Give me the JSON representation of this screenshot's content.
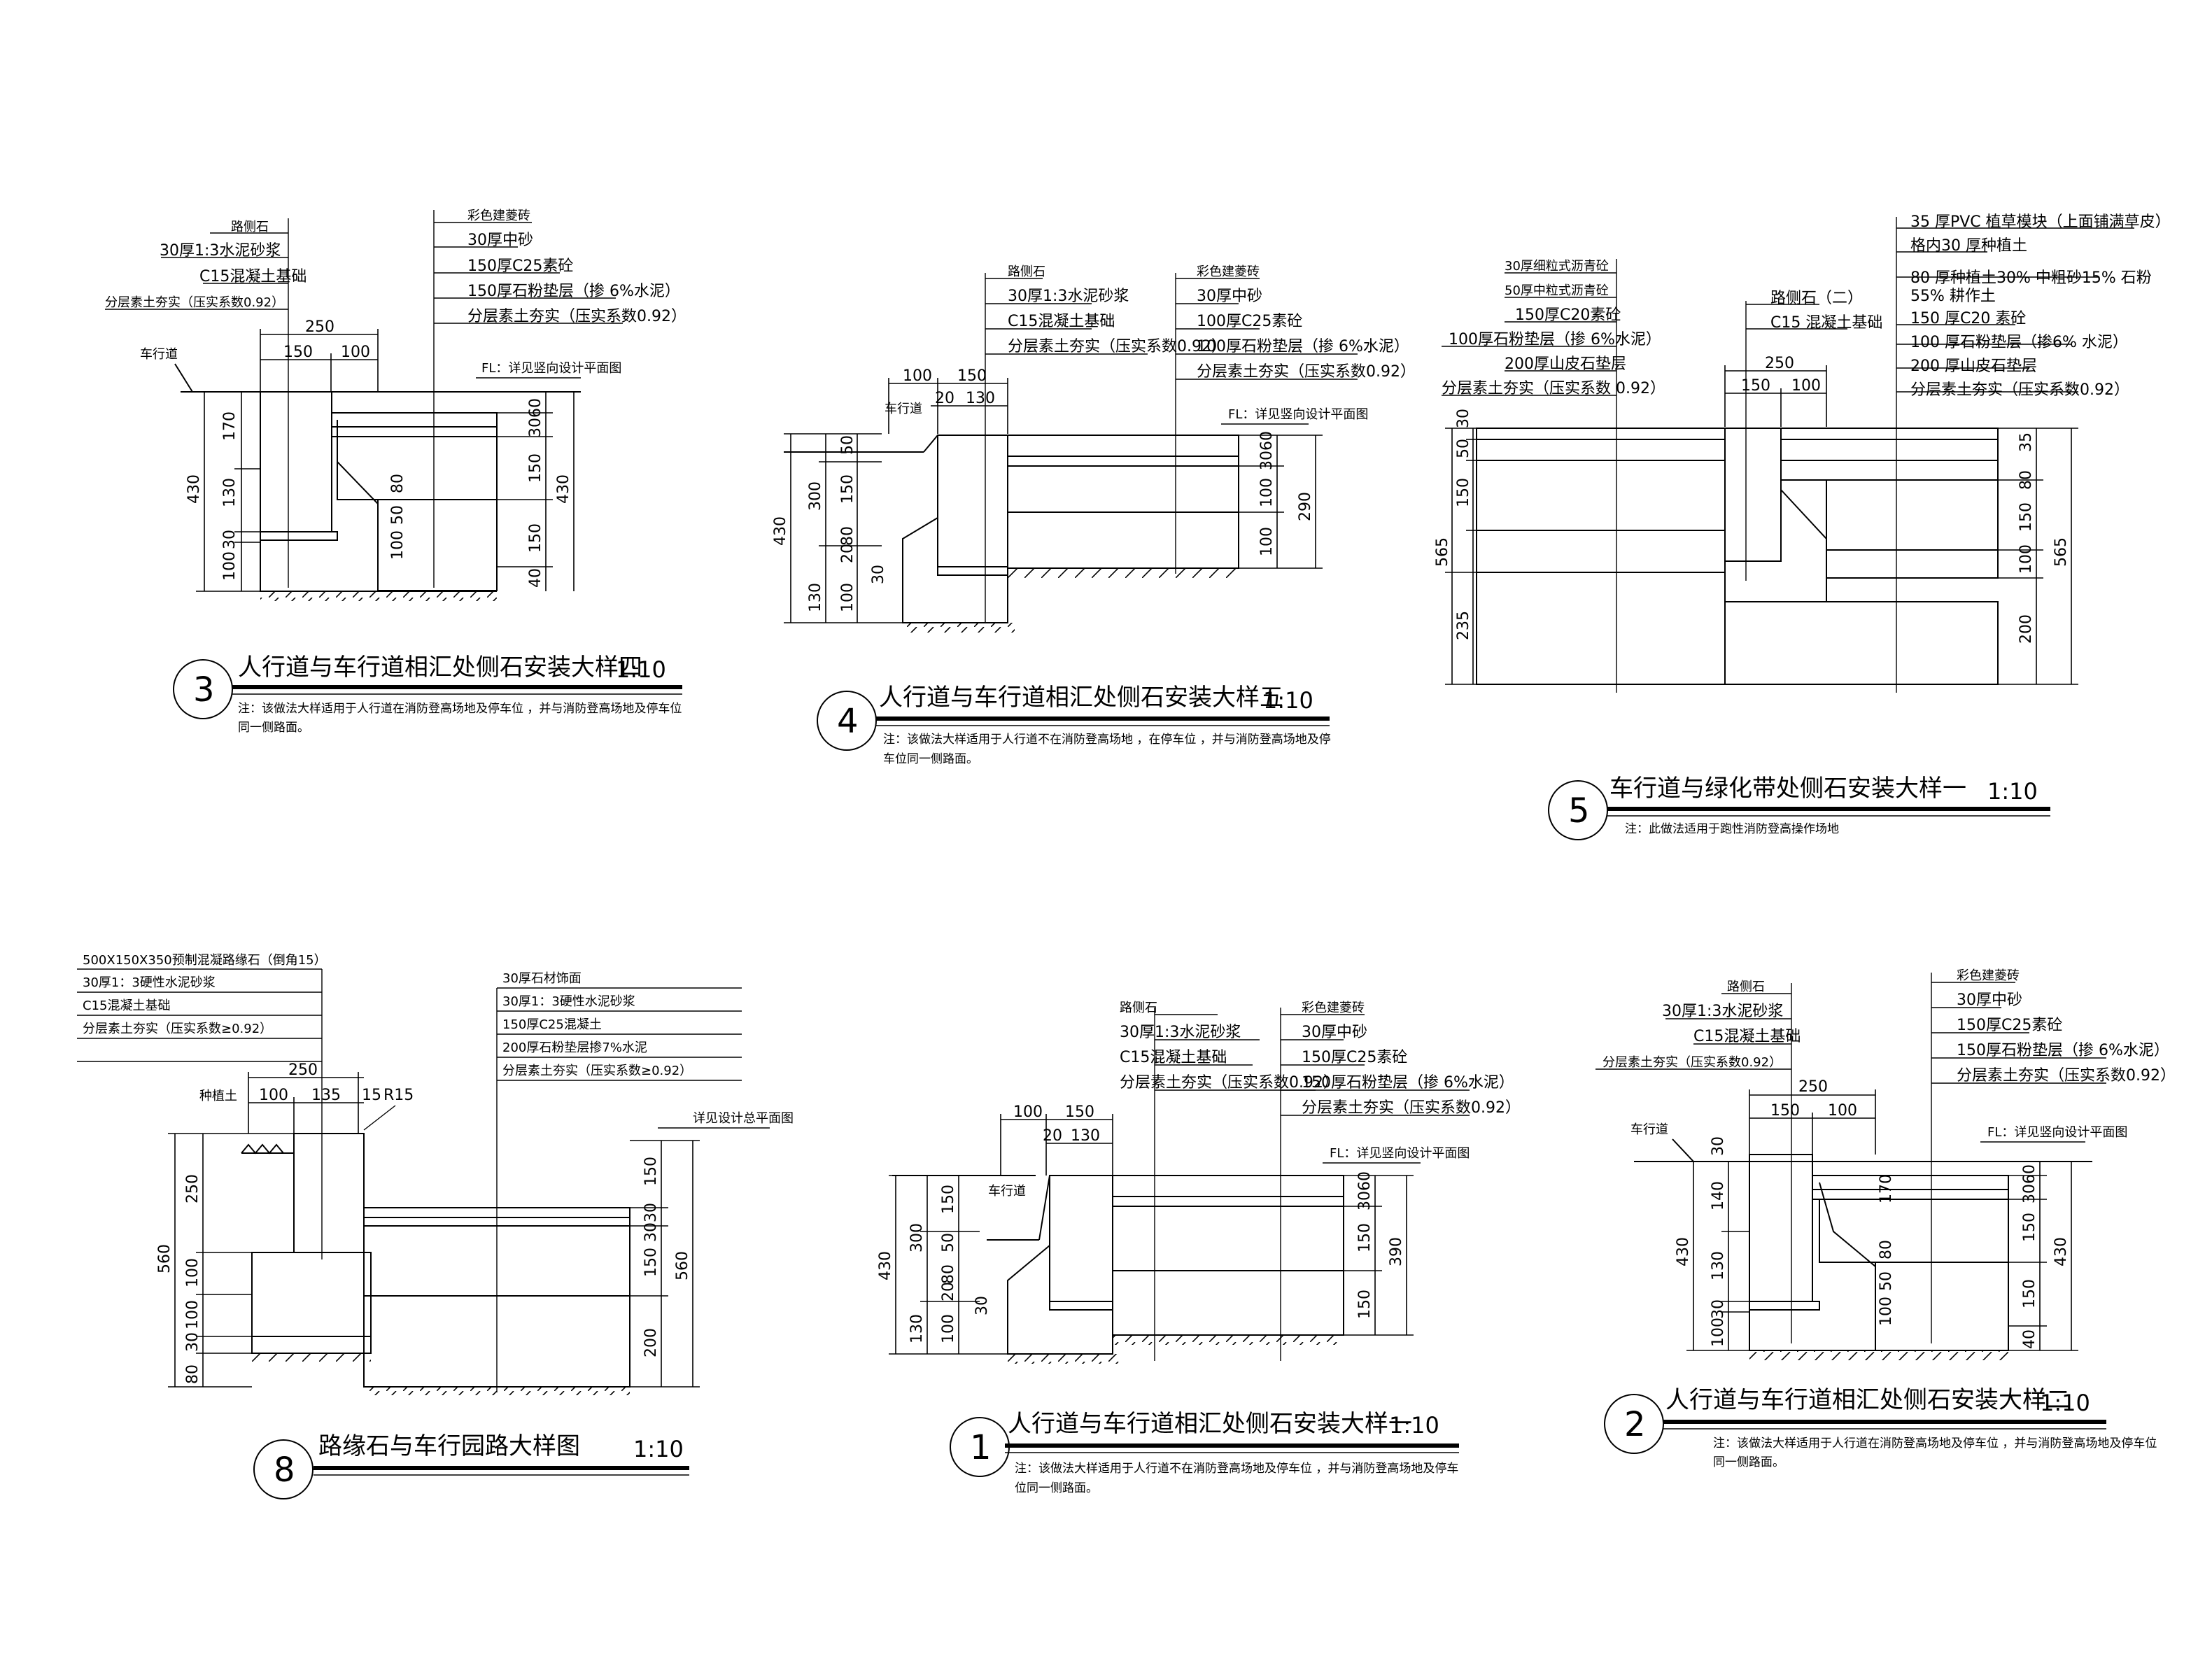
{
  "details": {
    "d3": {
      "num": "3",
      "title": "人行道与车行道相汇处侧石安装大样四",
      "scale": "1:10",
      "note1": "注：该做法大样适用于人行道在消防登高场地及停车位      ，并与消防登高场地及停车位",
      "note2": "同一侧路面。",
      "left_labels": [
        "路侧石",
        "30厚1:3水泥砂浆",
        "C15混凝土基础",
        "分层素土夯实（压实系数0.92）"
      ],
      "right_labels": [
        "彩色建菱砖",
        "30厚中砂",
        "150厚C25素砼",
        "150厚石粉垫层（掺 6%水泥）",
        "分层素土夯实（压实系数0.92）"
      ],
      "road": "车行道",
      "fl": "FL：详见竖向设计平面图",
      "dims": [
        "250",
        "150",
        "100",
        "170",
        "130",
        "30",
        "100",
        "430",
        "3060",
        "150",
        "150",
        "40",
        "430",
        "80",
        "50",
        "100"
      ]
    },
    "d4": {
      "num": "4",
      "title": "人行道与车行道相汇处侧石安装大样五",
      "scale": "1:10",
      "note1": "注：该做法大样适用于人行道不在消防登高场地      ，在停车位      ，并与消防登高场地及停",
      "note2": "车位同一侧路面。",
      "left_labels": [
        "路侧石",
        "30厚1:3水泥砂浆",
        "C15混凝土基础",
        "分层素土夯实（压实系数0.92）"
      ],
      "right_labels": [
        "彩色建菱砖",
        "30厚中砂",
        "100厚C25素砼",
        "100厚石粉垫层（掺 6%水泥）",
        "分层素土夯实（压实系数0.92）"
      ],
      "road": "车行道",
      "fl": "FL：详见竖向设计平面图",
      "dims": [
        "100",
        "150",
        "20",
        "130",
        "50",
        "150",
        "300",
        "430",
        "20",
        "80",
        "30",
        "130",
        "100",
        "3060",
        "100",
        "100",
        "290"
      ]
    },
    "d5": {
      "num": "5",
      "title": "车行道与绿化带处侧石安装大样一",
      "scale": "1:10",
      "note1": "注：此做法适用于跑性消防登高操作场地",
      "left_labels": [
        "30厚细粒式沥青砼",
        "50厚中粒式沥青砼",
        "150厚C20素砼",
        "100厚石粉垫层（掺 6%水泥）",
        "200厚山皮石垫层",
        "分层素土夯实（压实系数 0.92）"
      ],
      "mid_labels": [
        "路侧石（二）",
        "C15 混凝土基础"
      ],
      "right_labels": [
        "35 厚PVC 植草模块（上面铺满草皮）",
        "格内30 厚种植土",
        "80 厚种植土30% 中粗砂15% 石粉",
        "55% 耕作土",
        "150 厚C20 素砼",
        "100 厚石粉垫层（掺6% 水泥）",
        "200 厚山皮石垫层",
        "分层素土夯实（压实系数0.92）"
      ],
      "dims": [
        "250",
        "150",
        "100",
        "30",
        "50",
        "150",
        "565",
        "235",
        "35",
        "80",
        "150",
        "100",
        "200",
        "565"
      ]
    },
    "d8": {
      "num": "8",
      "title": "路缘石与车行园路大样图",
      "scale": "1:10",
      "left_labels": [
        "500X150X350预制混凝路缘石（倒角15）",
        "30厚1：3硬性水泥砂浆",
        "C15混凝土基础",
        "分层素土夯实（压实系数≥0.92）"
      ],
      "right_labels": [
        "30厚石材饰面",
        "30厚1：3硬性水泥砂浆",
        "150厚C25混凝土",
        "200厚石粉垫层掺7%水泥",
        "分层素土夯实（压实系数≥0.92）"
      ],
      "plant": "种植土",
      "ref": "详见设计总平面图",
      "dims": [
        "250",
        "100",
        "135",
        "15",
        "R15",
        "250",
        "560",
        "100",
        "100",
        "30",
        "80",
        "150",
        "3030",
        "150",
        "200",
        "560"
      ]
    },
    "d1": {
      "num": "1",
      "title": "人行道与车行道相汇处侧石安装大样一",
      "scale": "1:10",
      "note1": "注：该做法大样适用于人行道不在消防登高场地及停车位      ，并与消防登高场地及停车",
      "note2": "位同一侧路面。",
      "left_labels": [
        "路侧石",
        "30厚1:3水泥砂浆",
        "C15混凝土基础",
        "分层素土夯实（压实系数0.92）"
      ],
      "right_labels": [
        "彩色建菱砖",
        "30厚中砂",
        "150厚C25素砼",
        "150厚石粉垫层（掺 6%水泥）",
        "分层素土夯实（压实系数0.92）"
      ],
      "road": "车行道",
      "fl": "FL：详见竖向设计平面图",
      "dims": [
        "100",
        "150",
        "20",
        "130",
        "150",
        "300",
        "430",
        "50",
        "20",
        "80",
        "30",
        "130",
        "100",
        "3060",
        "150",
        "150",
        "390"
      ]
    },
    "d2": {
      "num": "2",
      "title": "人行道与车行道相汇处侧石安装大样二",
      "scale": "1:10",
      "note1": "注：该做法大样适用于人行道在消防登高场地及停车位      ，并与消防登高场地及停车位",
      "note2": "同一侧路面。",
      "left_labels": [
        "路侧石",
        "30厚1:3水泥砂浆",
        "C15混凝土基础",
        "分层素土夯实（压实系数0.92）"
      ],
      "right_labels": [
        "彩色建菱砖",
        "30厚中砂",
        "150厚C25素砼",
        "150厚石粉垫层（掺 6%水泥）",
        "分层素土夯实（压实系数0.92）"
      ],
      "road": "车行道",
      "fl": "FL：详见竖向设计平面图",
      "dims": [
        "250",
        "150",
        "100",
        "30",
        "140",
        "130",
        "30",
        "100",
        "430",
        "3060",
        "150",
        "150",
        "40",
        "430",
        "170",
        "80",
        "50",
        "100"
      ]
    }
  }
}
